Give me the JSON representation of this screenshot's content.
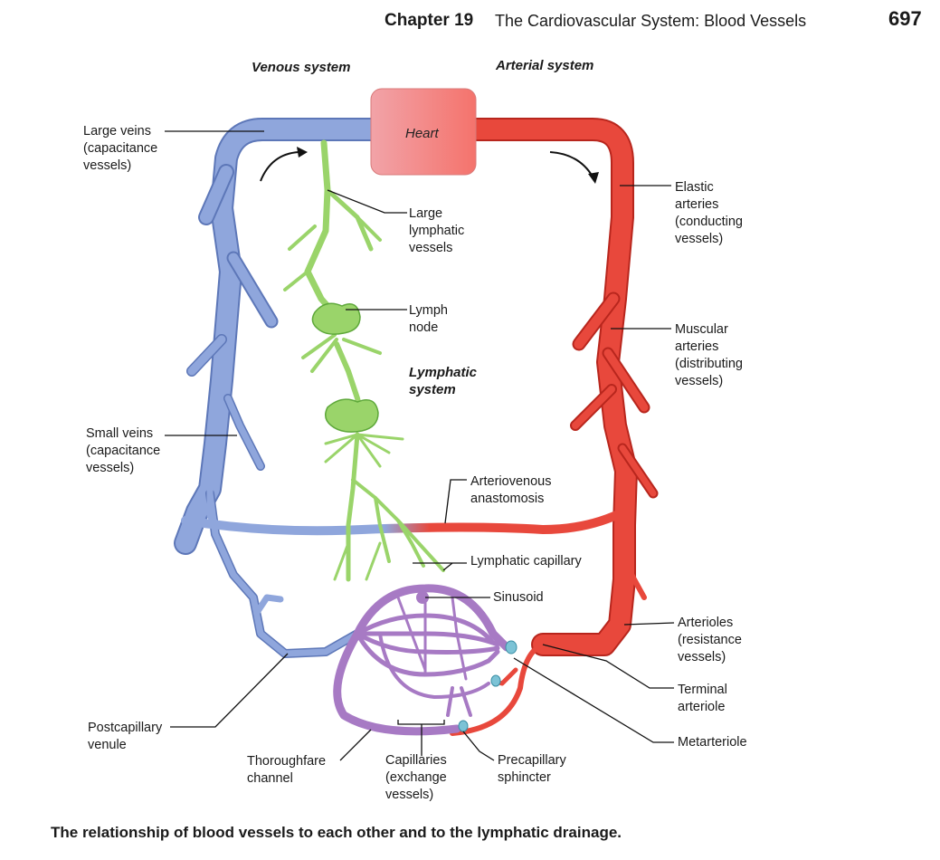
{
  "header": {
    "chapter": "Chapter 19",
    "title": "The Cardiovascular System: Blood Vessels",
    "page_number": "697"
  },
  "systems": {
    "venous": "Venous system",
    "arterial": "Arterial system",
    "lymphatic": "Lymphatic\nsystem"
  },
  "heart_label": "Heart",
  "labels": {
    "large_veins": "Large veins\n(capacitance\nvessels)",
    "large_lymphatic": "Large\nlymphatic\nvessels",
    "elastic_arteries": "Elastic\narteries\n(conducting\nvessels)",
    "lymph_node": "Lymph\nnode",
    "muscular_arteries": "Muscular\narteries\n(distributing\nvessels)",
    "small_veins": "Small veins\n(capacitance\nvessels)",
    "av_anastomosis": "Arteriovenous\nanastomosis",
    "lymphatic_capillary": "Lymphatic capillary",
    "sinusoid": "Sinusoid",
    "arterioles": "Arterioles\n(resistance\nvessels)",
    "terminal_arteriole": "Terminal\narteriole",
    "postcapillary_venule": "Postcapillary\nvenule",
    "metarteriole": "Metarteriole",
    "thoroughfare_channel": "Thoroughfare\nchannel",
    "capillaries": "Capillaries\n(exchange\nvessels)",
    "precapillary_sphincter": "Precapillary\nsphincter"
  },
  "caption": "The relationship of blood vessels to each other and to the lymphatic drainage.",
  "colors": {
    "vein": "#8fa6dc",
    "vein_dark": "#5d77b8",
    "artery": "#e8483c",
    "artery_dark": "#b8261d",
    "lymph": "#9ad46a",
    "lymph_dark": "#5ea83a",
    "capillary": "#a77ac4",
    "sphincter": "#7cc3d6"
  }
}
